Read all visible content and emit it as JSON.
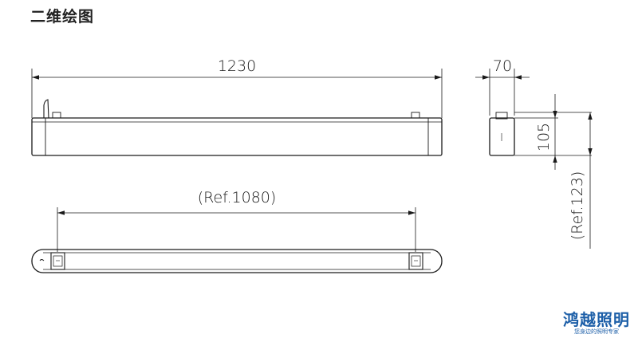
{
  "page": {
    "title": "二维绘图"
  },
  "dimensions": {
    "overall_length": "1230",
    "width": "70",
    "height": "105",
    "ref_mounting_length": "(Ref.1080)",
    "ref_height": "(Ref.123)",
    "end_cap_mark": "I"
  },
  "brand": {
    "name": "鸿越照明",
    "slogan": "您身边的照明专家"
  },
  "colors": {
    "line": "#1a1a1a",
    "dimension_line": "#333333",
    "brand": "#1d5fa8"
  }
}
